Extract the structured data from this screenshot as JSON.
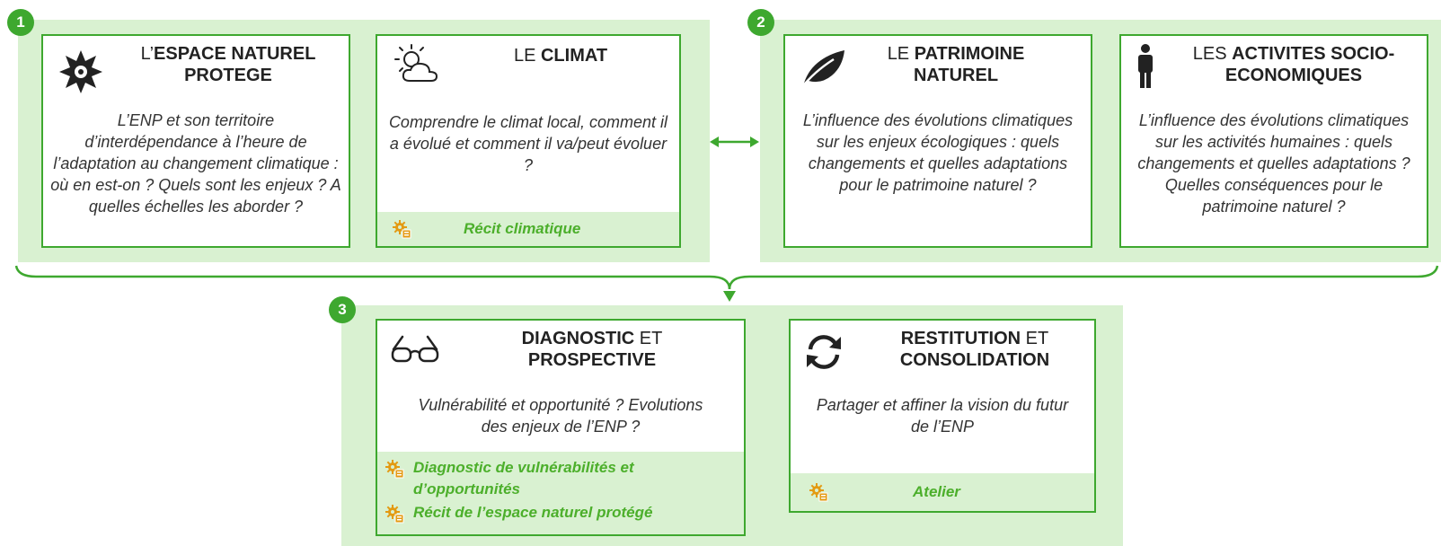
{
  "steps": {
    "s1": "1",
    "s2": "2",
    "s3": "3"
  },
  "cards": {
    "enp": {
      "title_prefix": "L’",
      "title_bold": "ESPACE NATUREL PROTEGE",
      "desc": "L’ENP et son territoire d’interdépendance à l’heure de l’adaptation au changement climatique : où en est-on ? Quels sont les enjeux ? A quelles échelles les aborder ?"
    },
    "climat": {
      "title_prefix": "LE ",
      "title_bold": "CLIMAT",
      "desc": "Comprendre le climat local, comment il a évolué et comment il va/peut évoluer ?",
      "tool": "Récit climatique"
    },
    "patrimoine": {
      "title_prefix": "LE ",
      "title_bold": "PATRIMOINE NATUREL",
      "desc": "L’influence des évolutions climatiques sur les enjeux écologiques : quels changements et quelles adaptations pour le patrimoine naturel ?"
    },
    "activites": {
      "title_prefix": "LES ",
      "title_bold": "ACTIVITES SOCIO-ECONOMIQUES",
      "desc": "L’influence des évolutions climatiques sur les activités humaines : quels changements et quelles adaptations ? Quelles conséquences pour le patrimoine naturel ?"
    },
    "diagnostic": {
      "title_bold_1": "DIAGNOSTIC",
      "title_mid": " ET",
      "title_bold_2": "PROSPECTIVE",
      "desc": "Vulnérabilité et opportunité ? Evolutions des enjeux de l’ENP ?",
      "tool_1": "Diagnostic de vulnérabilités et d’opportunités",
      "tool_2": "Récit de l’espace naturel protégé"
    },
    "restitution": {
      "title_bold_1": "RESTITUTION",
      "title_mid": " ET",
      "title_bold_2": "CONSOLIDATION",
      "desc": "Partager et affiner la vision du futur de l’ENP",
      "tool": "Atelier"
    }
  },
  "icons": {
    "enp": "snowflake-star-icon",
    "climat": "sun-cloud-icon",
    "patrimoine": "leaf-icon",
    "activites": "person-icon",
    "diagnostic": "glasses-icon",
    "restitution": "refresh-icon",
    "tools": "gear-document-icon"
  },
  "colors": {
    "accent": "#3ea82f",
    "panel": "#d9f1d1",
    "tool_text": "#4caf2b",
    "tool_icon": "#e39a12"
  }
}
